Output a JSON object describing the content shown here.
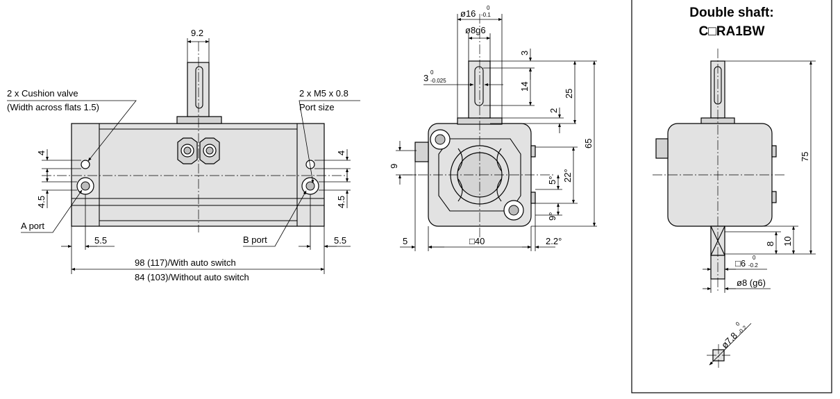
{
  "front_view": {
    "dim_shaft_width": "9.2",
    "cushion_valve_label_1": "2 x Cushion valve",
    "cushion_valve_label_2": "(Width across flats 1.5)",
    "port_label_1": "2 x M5 x 0.8",
    "port_label_2": "Port size",
    "dim_left_4": "4",
    "dim_left_45": "4.5",
    "dim_right_4": "4",
    "dim_right_45": "4.5",
    "a_port": "A port",
    "b_port": "B port",
    "dim_left_55": "5.5",
    "dim_right_55": "5.5",
    "overall_with_switch": "98 (117)/With auto switch",
    "overall_without_switch": "84 (103)/Without auto switch"
  },
  "side_view": {
    "dia16_base": "ø16",
    "dia16_tol_upper": "0",
    "dia16_tol_lower": "-0.1",
    "dia8": "ø8g6",
    "key_base": "3",
    "key_tol_upper": "0",
    "key_tol_lower": "-0.025",
    "dim_3": "3",
    "dim_14": "14",
    "dim_25": "25",
    "dim_2": "2",
    "dim_65": "65",
    "dim_9_left": "9",
    "dim_5_deg": "5°",
    "dim_22_deg": "22°",
    "dim_9_deg": "9°",
    "dim_5_bottom": "5",
    "dim_square40": "□40",
    "dim_22_bottom": "2.2°"
  },
  "double_shaft": {
    "title_line1": "Double shaft:",
    "title_line2": "C□RA1BW",
    "dim_75": "75",
    "dim_8": "8",
    "dim_10": "10",
    "square6_base": "□6",
    "square6_tol_upper": "0",
    "square6_tol_lower": "-0.2",
    "dia8": "ø8 (g6)",
    "dia78_base": "ø7.8",
    "dia78_tol_upper": "0",
    "dia78_tol_lower": "-0.2"
  }
}
